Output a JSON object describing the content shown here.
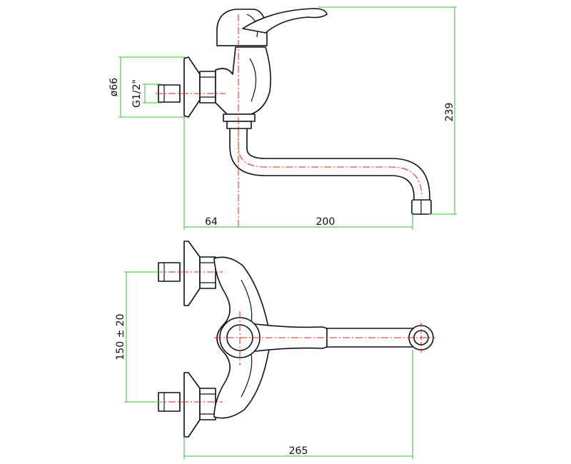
{
  "colors": {
    "dimension": "#2fc42f",
    "axis": "#e2231a",
    "outline": "#111111"
  },
  "labels": {
    "diameter": "ø66",
    "thread": "G1/2\"",
    "height": "239",
    "offset": "64",
    "reach": "200",
    "centers": "150 ± 20",
    "width": "265"
  }
}
